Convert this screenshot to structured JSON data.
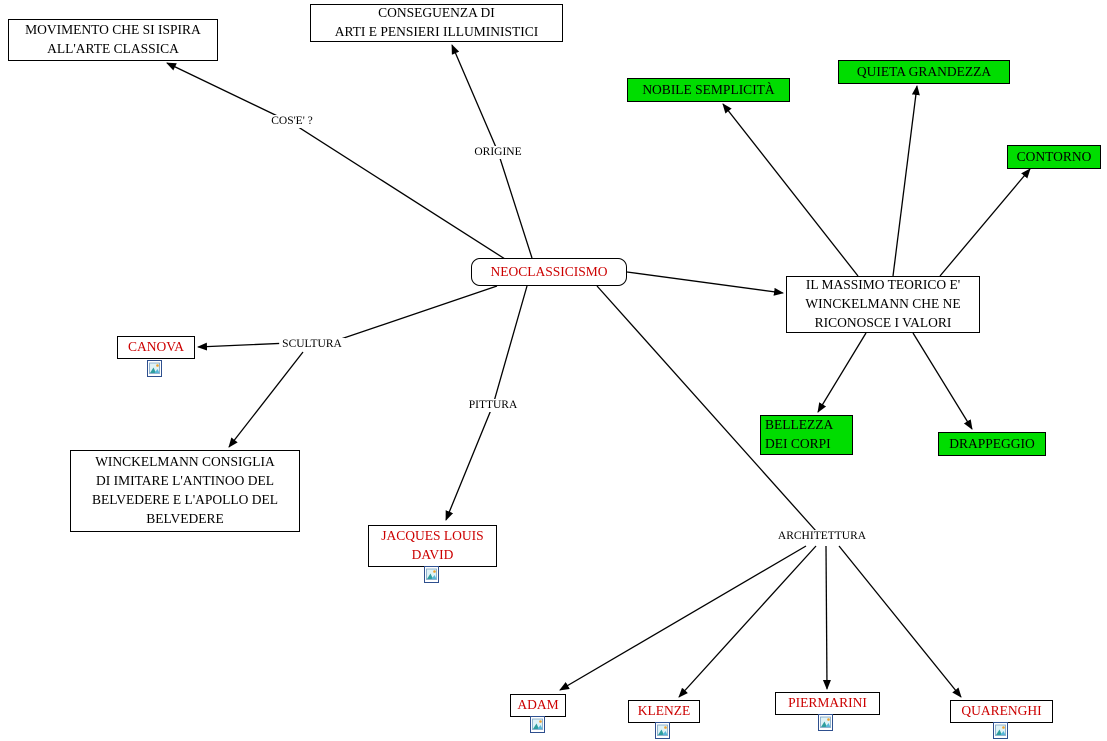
{
  "title": "Mappa concettuale Neoclassicismo",
  "colors": {
    "node_background": "#ffffff",
    "highlight_green": "#00dd00",
    "text_red": "#cc0000",
    "text_black": "#000000",
    "line_color": "#000000"
  },
  "nodes": {
    "neoclassicismo": {
      "label": "NEOCLASSICISMO"
    },
    "movimento": {
      "label": "MOVIMENTO CHE SI ISPIRA\nALL'ARTE CLASSICA"
    },
    "conseguenza": {
      "label": "CONSEGUENZA DI\nARTI E PENSIERI ILLUMINISTICI"
    },
    "massimo_teorico": {
      "label": "IL MASSIMO TEORICO E'\nWINCKELMANN CHE NE\nRICONOSCE I VALORI"
    },
    "nobile_semplicita": {
      "label": "NOBILE SEMPLICITÀ"
    },
    "quieta_grandezza": {
      "label": "QUIETA GRANDEZZA"
    },
    "contorno": {
      "label": "CONTORNO"
    },
    "bellezza_dei_corpi": {
      "label": "BELLEZZA\nDEI CORPI"
    },
    "drappeggio": {
      "label": "DRAPPEGGIO"
    },
    "canova": {
      "label": "CANOVA"
    },
    "winckelmann_consiglia": {
      "label": "WINCKELMANN CONSIGLIA\nDI IMITARE L'ANTINOO DEL\nBELVEDERE E L'APOLLO DEL\nBELVEDERE"
    },
    "jacques_louis_david": {
      "label": "JACQUES LOUIS\nDAVID"
    },
    "adam": {
      "label": "ADAM"
    },
    "klenze": {
      "label": "KLENZE"
    },
    "piermarini": {
      "label": "PIERMARINI"
    },
    "quarenghi": {
      "label": "QUARENGHI"
    }
  },
  "link_labels": {
    "cose": "COS'E' ?",
    "origine": "ORIGINE",
    "scultura": "SCULTURA",
    "pittura": "PITTURA",
    "architettura": "ARCHITETTURA"
  },
  "icons": {
    "image_attachment": "image-attachment-icon"
  }
}
